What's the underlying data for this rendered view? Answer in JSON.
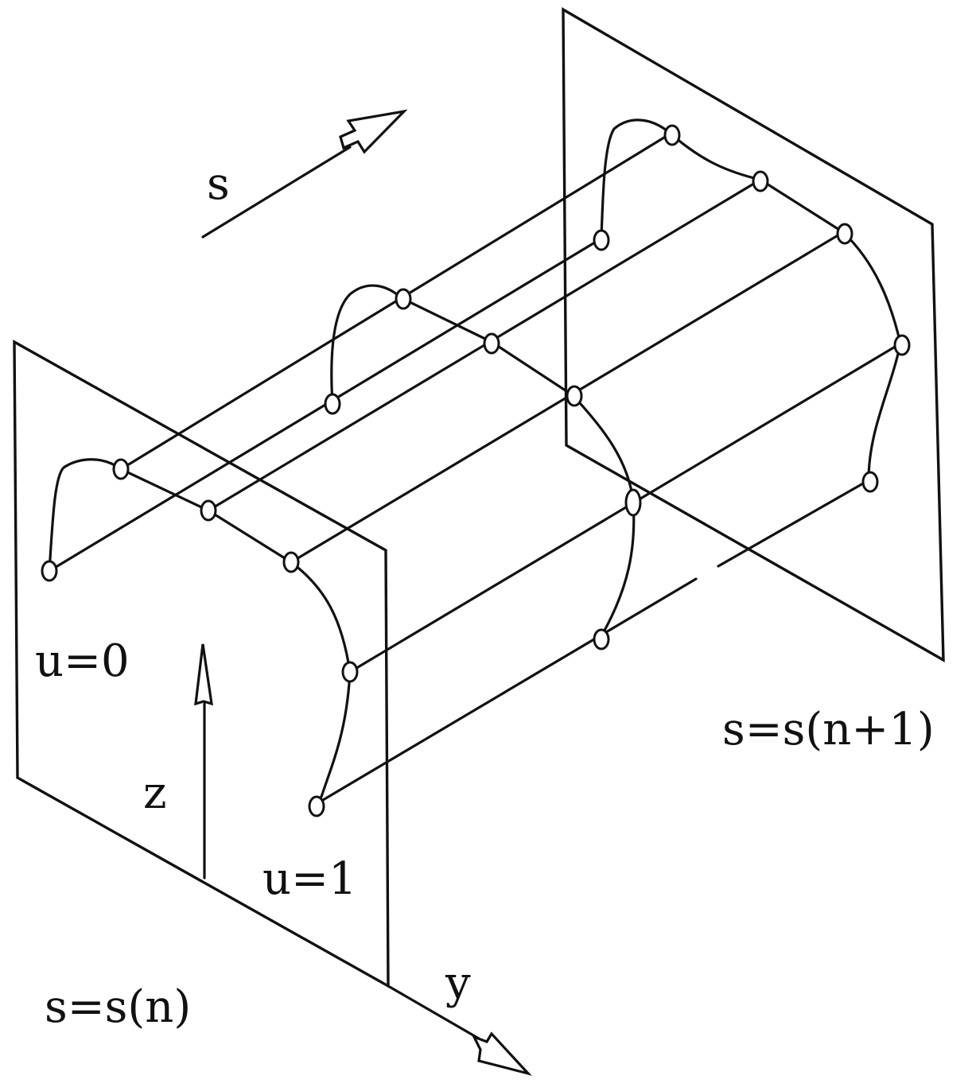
{
  "figure": {
    "labels": {
      "s_direction": "s",
      "z_axis": "z",
      "y_axis": "y",
      "u_start": "u=0",
      "u_end": "u=1",
      "front_plane": "s=s(n)",
      "back_plane": "s=s(n+1)"
    }
  }
}
